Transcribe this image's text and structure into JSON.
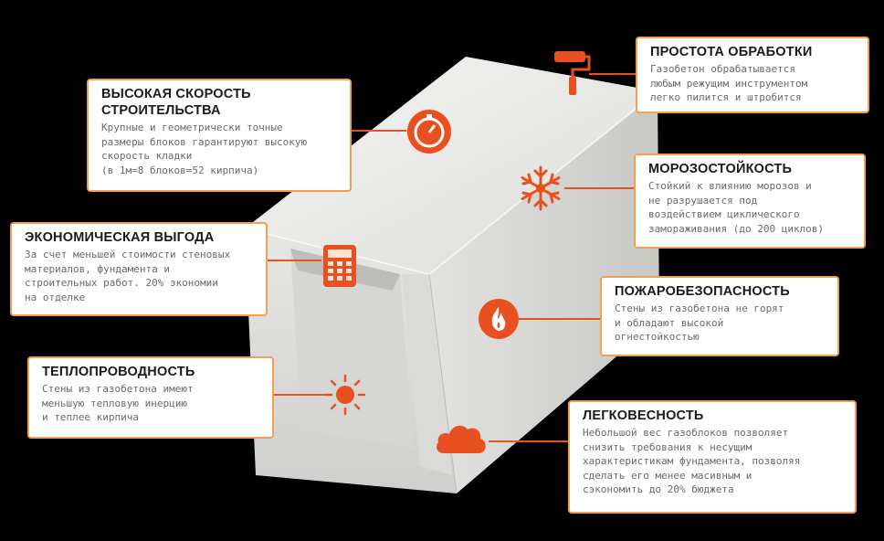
{
  "colors": {
    "accent": "#e8501f",
    "card_border": "#f0a050",
    "background": "#000000",
    "block": "#e9e9e7"
  },
  "cards": {
    "speed": {
      "title": "ВЫСОКАЯ СКОРОСТЬ\nСТРОИТЕЛЬСТВА",
      "text": "Крупные и геометрически точные\nразмеры блоков гарантируют высокую\nскорость кладки\n(в 1м=8 блоков=52 кирпича)",
      "icon": "stopwatch-icon"
    },
    "economy": {
      "title": "ЭКОНОМИЧЕСКАЯ ВЫГОДА",
      "text": "За счет меньшей стоимости стеновых\nматериалов, фундамента и\nстроительных работ. 20% экономии\nна отделке",
      "icon": "calculator-icon"
    },
    "thermal": {
      "title": "ТЕПЛОПРОВОДНОСТЬ",
      "text": "Стены из газобетона имеют\nменьшую тепловую инерцию\nи теплее кирпича",
      "icon": "sun-icon"
    },
    "processing": {
      "title": "ПРОСТОТА ОБРАБОТКИ",
      "text": "Газобетон обрабатывается\nлюбым режущим инструментом\nлегко пилится и штробится",
      "icon": "paint-roller-icon"
    },
    "frost": {
      "title": "МОРОЗОСТОЙКОСТЬ",
      "text": "Стойкий к влиянию морозов и\nне разрушается под\nвоздействием циклического\nзамораживания (до 200 циклов)",
      "icon": "snowflake-icon"
    },
    "fire": {
      "title": "ПОЖАРОБЕЗОПАСНОСТЬ",
      "text": "Стены из газобетона не горят\nи обладают высокой\nогнестойкостью",
      "icon": "flame-icon"
    },
    "light": {
      "title": "ЛЕГКОВЕСНОСТЬ",
      "text": "Небольшой вес газоблоков позволяет\nснизить требования к несущим\nхарактеристикам фундамента, позволяя\nсделать его менее масивным и\nсэкономить до 20% бюджета",
      "icon": "cloud-icon"
    }
  }
}
